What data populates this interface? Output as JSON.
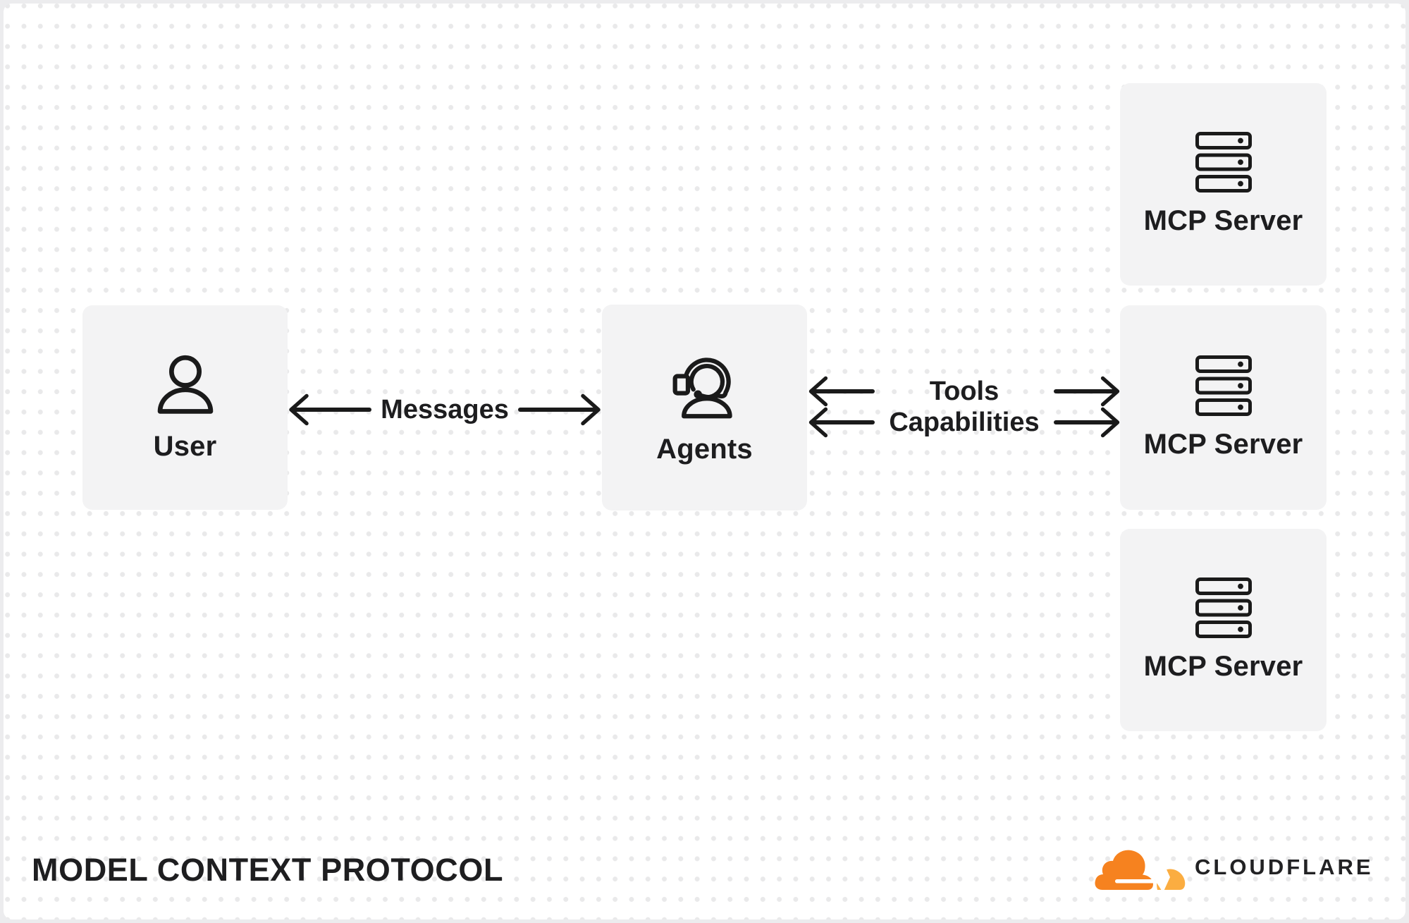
{
  "canvas": {
    "background": "#ffffff",
    "dot_color": "#e9e9ea",
    "card_bg": "#f3f3f4",
    "ink": "#1a1a1a"
  },
  "nodes": {
    "user": {
      "label": "User",
      "icon": "person-icon"
    },
    "agents": {
      "label": "Agents",
      "icon": "support-agent-icon"
    },
    "mcp_servers": [
      {
        "label": "MCP Server",
        "icon": "server-stack-icon"
      },
      {
        "label": "MCP Server",
        "icon": "server-stack-icon"
      },
      {
        "label": "MCP Server",
        "icon": "server-stack-icon"
      }
    ]
  },
  "connections": {
    "messages": {
      "label": "Messages",
      "direction": "bidirectional",
      "from": "User",
      "to": "Agents"
    },
    "tools": {
      "label": "Tools",
      "direction": "bidirectional",
      "from": "Agents",
      "to": "MCP Server"
    },
    "capabilities": {
      "label": "Capabilities",
      "direction": "bidirectional",
      "from": "Agents",
      "to": "MCP Server"
    }
  },
  "footer": {
    "title": "MODEL CONTEXT PROTOCOL",
    "brand": "CLOUDFLARE",
    "brand_orange": "#f6821f",
    "brand_orange_light": "#fbad41"
  }
}
